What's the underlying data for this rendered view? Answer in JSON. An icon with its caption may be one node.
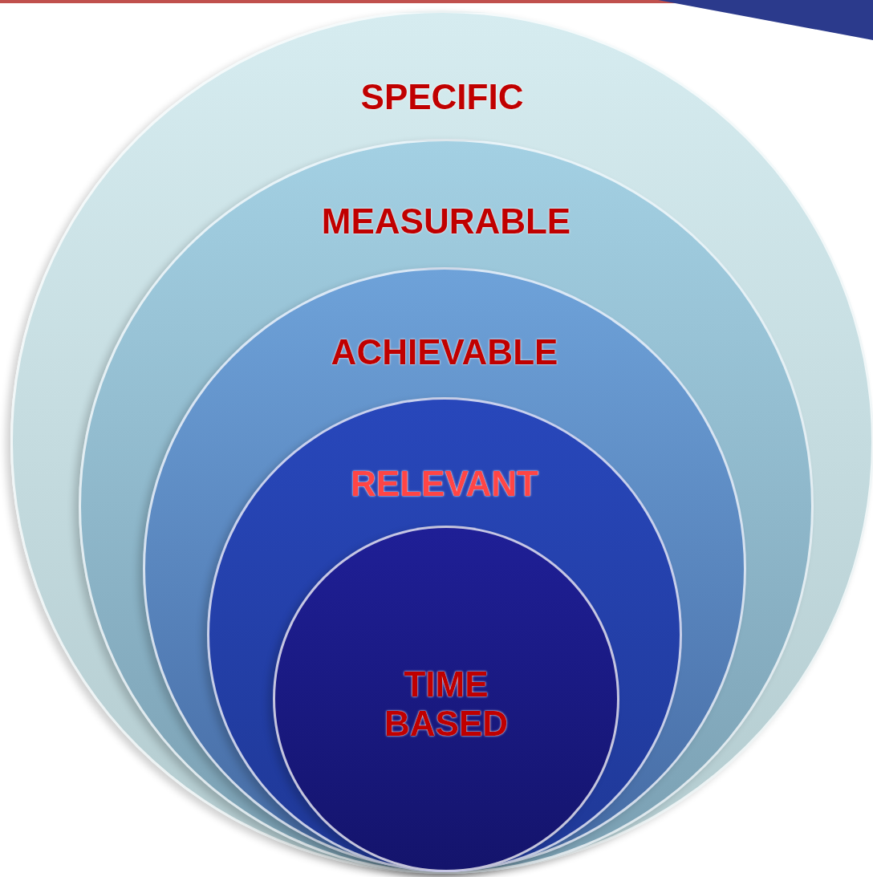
{
  "diagram": {
    "nodes": [
      {
        "text": [
          "SPECIFIC"
        ]
      },
      {
        "text": [
          "MEASURABLE"
        ],
        "in": 0
      },
      {
        "text": [
          "ACHIEVABLE"
        ],
        "in": 1
      },
      {
        "text": [
          "RELEVANT"
        ],
        "in": 2
      },
      {
        "text": [
          "TIME BASED"
        ],
        "in": 3
      }
    ]
  }
}
